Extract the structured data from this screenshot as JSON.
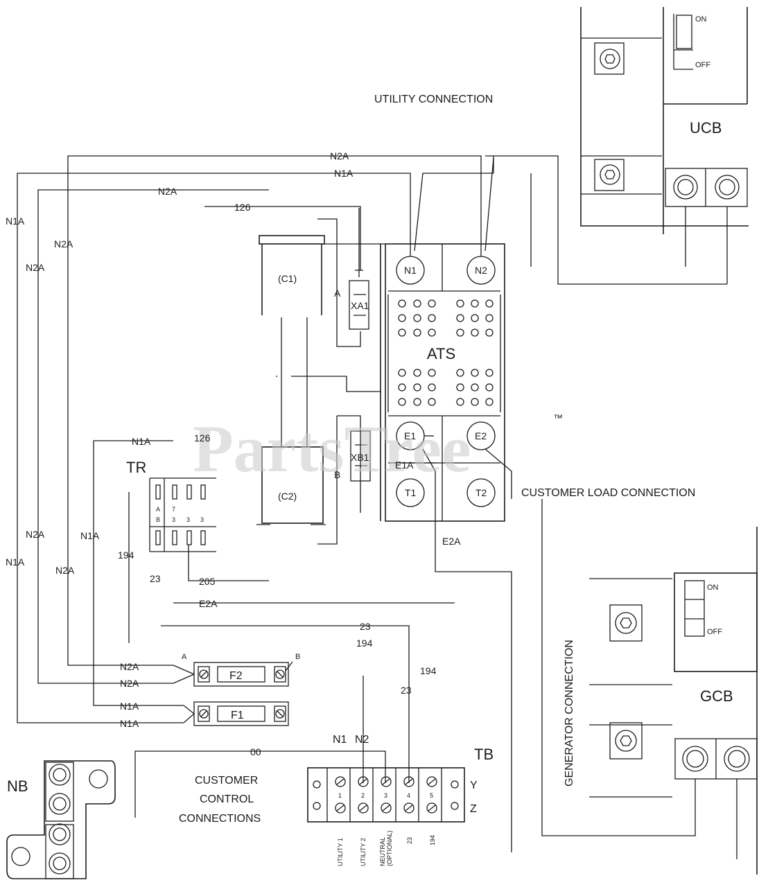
{
  "watermark": {
    "text": "PartsTree",
    "mark": "™"
  },
  "headings": {
    "utility": "UTILITY CONNECTION",
    "customer_load": "CUSTOMER LOAD CONNECTION",
    "generator": "GENERATOR CONNECTION",
    "customer_control": [
      "CUSTOMER",
      "CONTROL",
      "CONNECTIONS"
    ]
  },
  "components": {
    "ucb": "UCB",
    "gcb": "GCB",
    "ats": "ATS",
    "tr": "TR",
    "tb": "TB",
    "nb": "NB",
    "c1": "(C1)",
    "c2": "(C2)",
    "xa1": "XA1",
    "xb1": "XB1",
    "f1": "F1",
    "f2": "F2",
    "n1": "N1",
    "n2": "N2",
    "e1": "E1",
    "e2": "E2",
    "t1": "T1",
    "t2": "T2"
  },
  "switch_labels": {
    "on": "ON",
    "off": "OFF",
    "gen_off": "OFF"
  },
  "wire_labels": {
    "n2a_top": "N2A",
    "n1a_top": "N1A",
    "n2a_2": "N2A",
    "w126_top": "126",
    "n1a_left": "N1A",
    "n2a_left": "N2A",
    "n2a_left2": "N2A",
    "n1a_tr": "N1A",
    "w126_tr": "126",
    "n2a_lower": "N2A",
    "n1a_mid": "N1A",
    "n2a_low2": "N2A",
    "n1a_low": "N1A",
    "w194": "194",
    "w23_left": "23",
    "w205": "205",
    "e2a_mid": "E2A",
    "e2a_ats": "E2A",
    "e1a": "E1A",
    "a_xa": "A",
    "b_xb": "B",
    "w23_top": "23",
    "w194_mid": "194",
    "w194_right": "194",
    "w23_vert": "23",
    "f2_n2a_1": "N2A",
    "f2_n2a_2": "N2A",
    "f1_n1a_1": "N1A",
    "f1_n1a_2": "N1A",
    "fuse_a": "A",
    "fuse_b": "B",
    "w00": "00",
    "tb_n1": "N1",
    "tb_n2": "N2",
    "tb_y": "Y",
    "tb_z": "Z"
  },
  "tr_terminals": {
    "r1": "A",
    "r1b": "7",
    "r2": [
      "B",
      "3",
      "3",
      "3"
    ]
  },
  "tb_numbers": [
    "1",
    "2",
    "3",
    "4",
    "5"
  ],
  "tb_bottom": [
    "UTILITY 1",
    "UTILITY 2",
    "NEUTRAL",
    "(OPTIONAL)",
    "23",
    "194"
  ]
}
